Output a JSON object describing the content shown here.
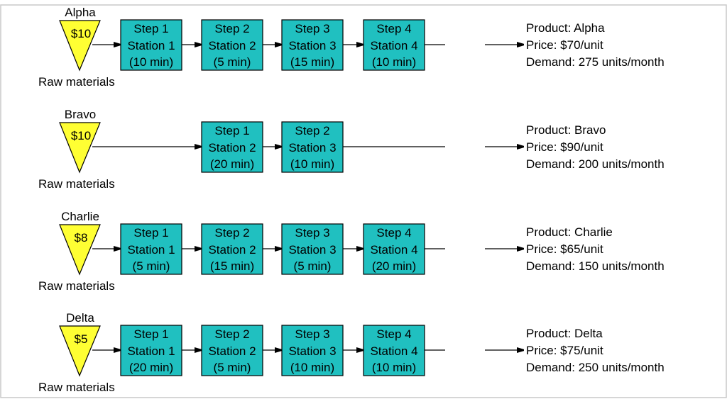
{
  "colors": {
    "box_fill": "#20c0c0",
    "triangle_fill": "#ffff33",
    "stroke": "#000000",
    "frame": "#c8c8c8"
  },
  "raw_label": "Raw materials",
  "products": [
    {
      "name": "Alpha",
      "cost": "$10",
      "steps": [
        {
          "step": "Step 1",
          "station": "Station 1",
          "time": "(10 min)",
          "station_no": 1
        },
        {
          "step": "Step 2",
          "station": "Station 2",
          "time": "(5 min)",
          "station_no": 2
        },
        {
          "step": "Step 3",
          "station": "Station 3",
          "time": "(15 min)",
          "station_no": 3
        },
        {
          "step": "Step 4",
          "station": "Station 4",
          "time": "(10 min)",
          "station_no": 4
        }
      ],
      "info": [
        "Product: Alpha",
        "Price: $70/unit",
        "Demand: 275 units/month"
      ]
    },
    {
      "name": "Bravo",
      "cost": "$10",
      "steps": [
        {
          "step": "Step 1",
          "station": "Station 2",
          "time": "(20 min)",
          "station_no": 2
        },
        {
          "step": "Step 2",
          "station": "Station 3",
          "time": "(10 min)",
          "station_no": 3
        }
      ],
      "info": [
        "Product: Bravo",
        "Price: $90/unit",
        "Demand: 200 units/month"
      ]
    },
    {
      "name": "Charlie",
      "cost": "$8",
      "steps": [
        {
          "step": "Step 1",
          "station": "Station 1",
          "time": "(5 min)",
          "station_no": 1
        },
        {
          "step": "Step 2",
          "station": "Station 2",
          "time": "(15 min)",
          "station_no": 2
        },
        {
          "step": "Step 3",
          "station": "Station 3",
          "time": "(5 min)",
          "station_no": 3
        },
        {
          "step": "Step 4",
          "station": "Station 4",
          "time": "(20 min)",
          "station_no": 4
        }
      ],
      "info": [
        "Product: Charlie",
        "Price: $65/unit",
        "Demand: 150 units/month"
      ]
    },
    {
      "name": "Delta",
      "cost": "$5",
      "steps": [
        {
          "step": "Step 1",
          "station": "Station 1",
          "time": "(20 min)",
          "station_no": 1
        },
        {
          "step": "Step 2",
          "station": "Station 2",
          "time": "(5 min)",
          "station_no": 2
        },
        {
          "step": "Step 3",
          "station": "Station 3",
          "time": "(10 min)",
          "station_no": 3
        },
        {
          "step": "Step 4",
          "station": "Station 4",
          "time": "(10 min)",
          "station_no": 4
        }
      ],
      "info": [
        "Product: Delta",
        "Price: $75/unit",
        "Demand: 250 units/month"
      ]
    }
  ]
}
